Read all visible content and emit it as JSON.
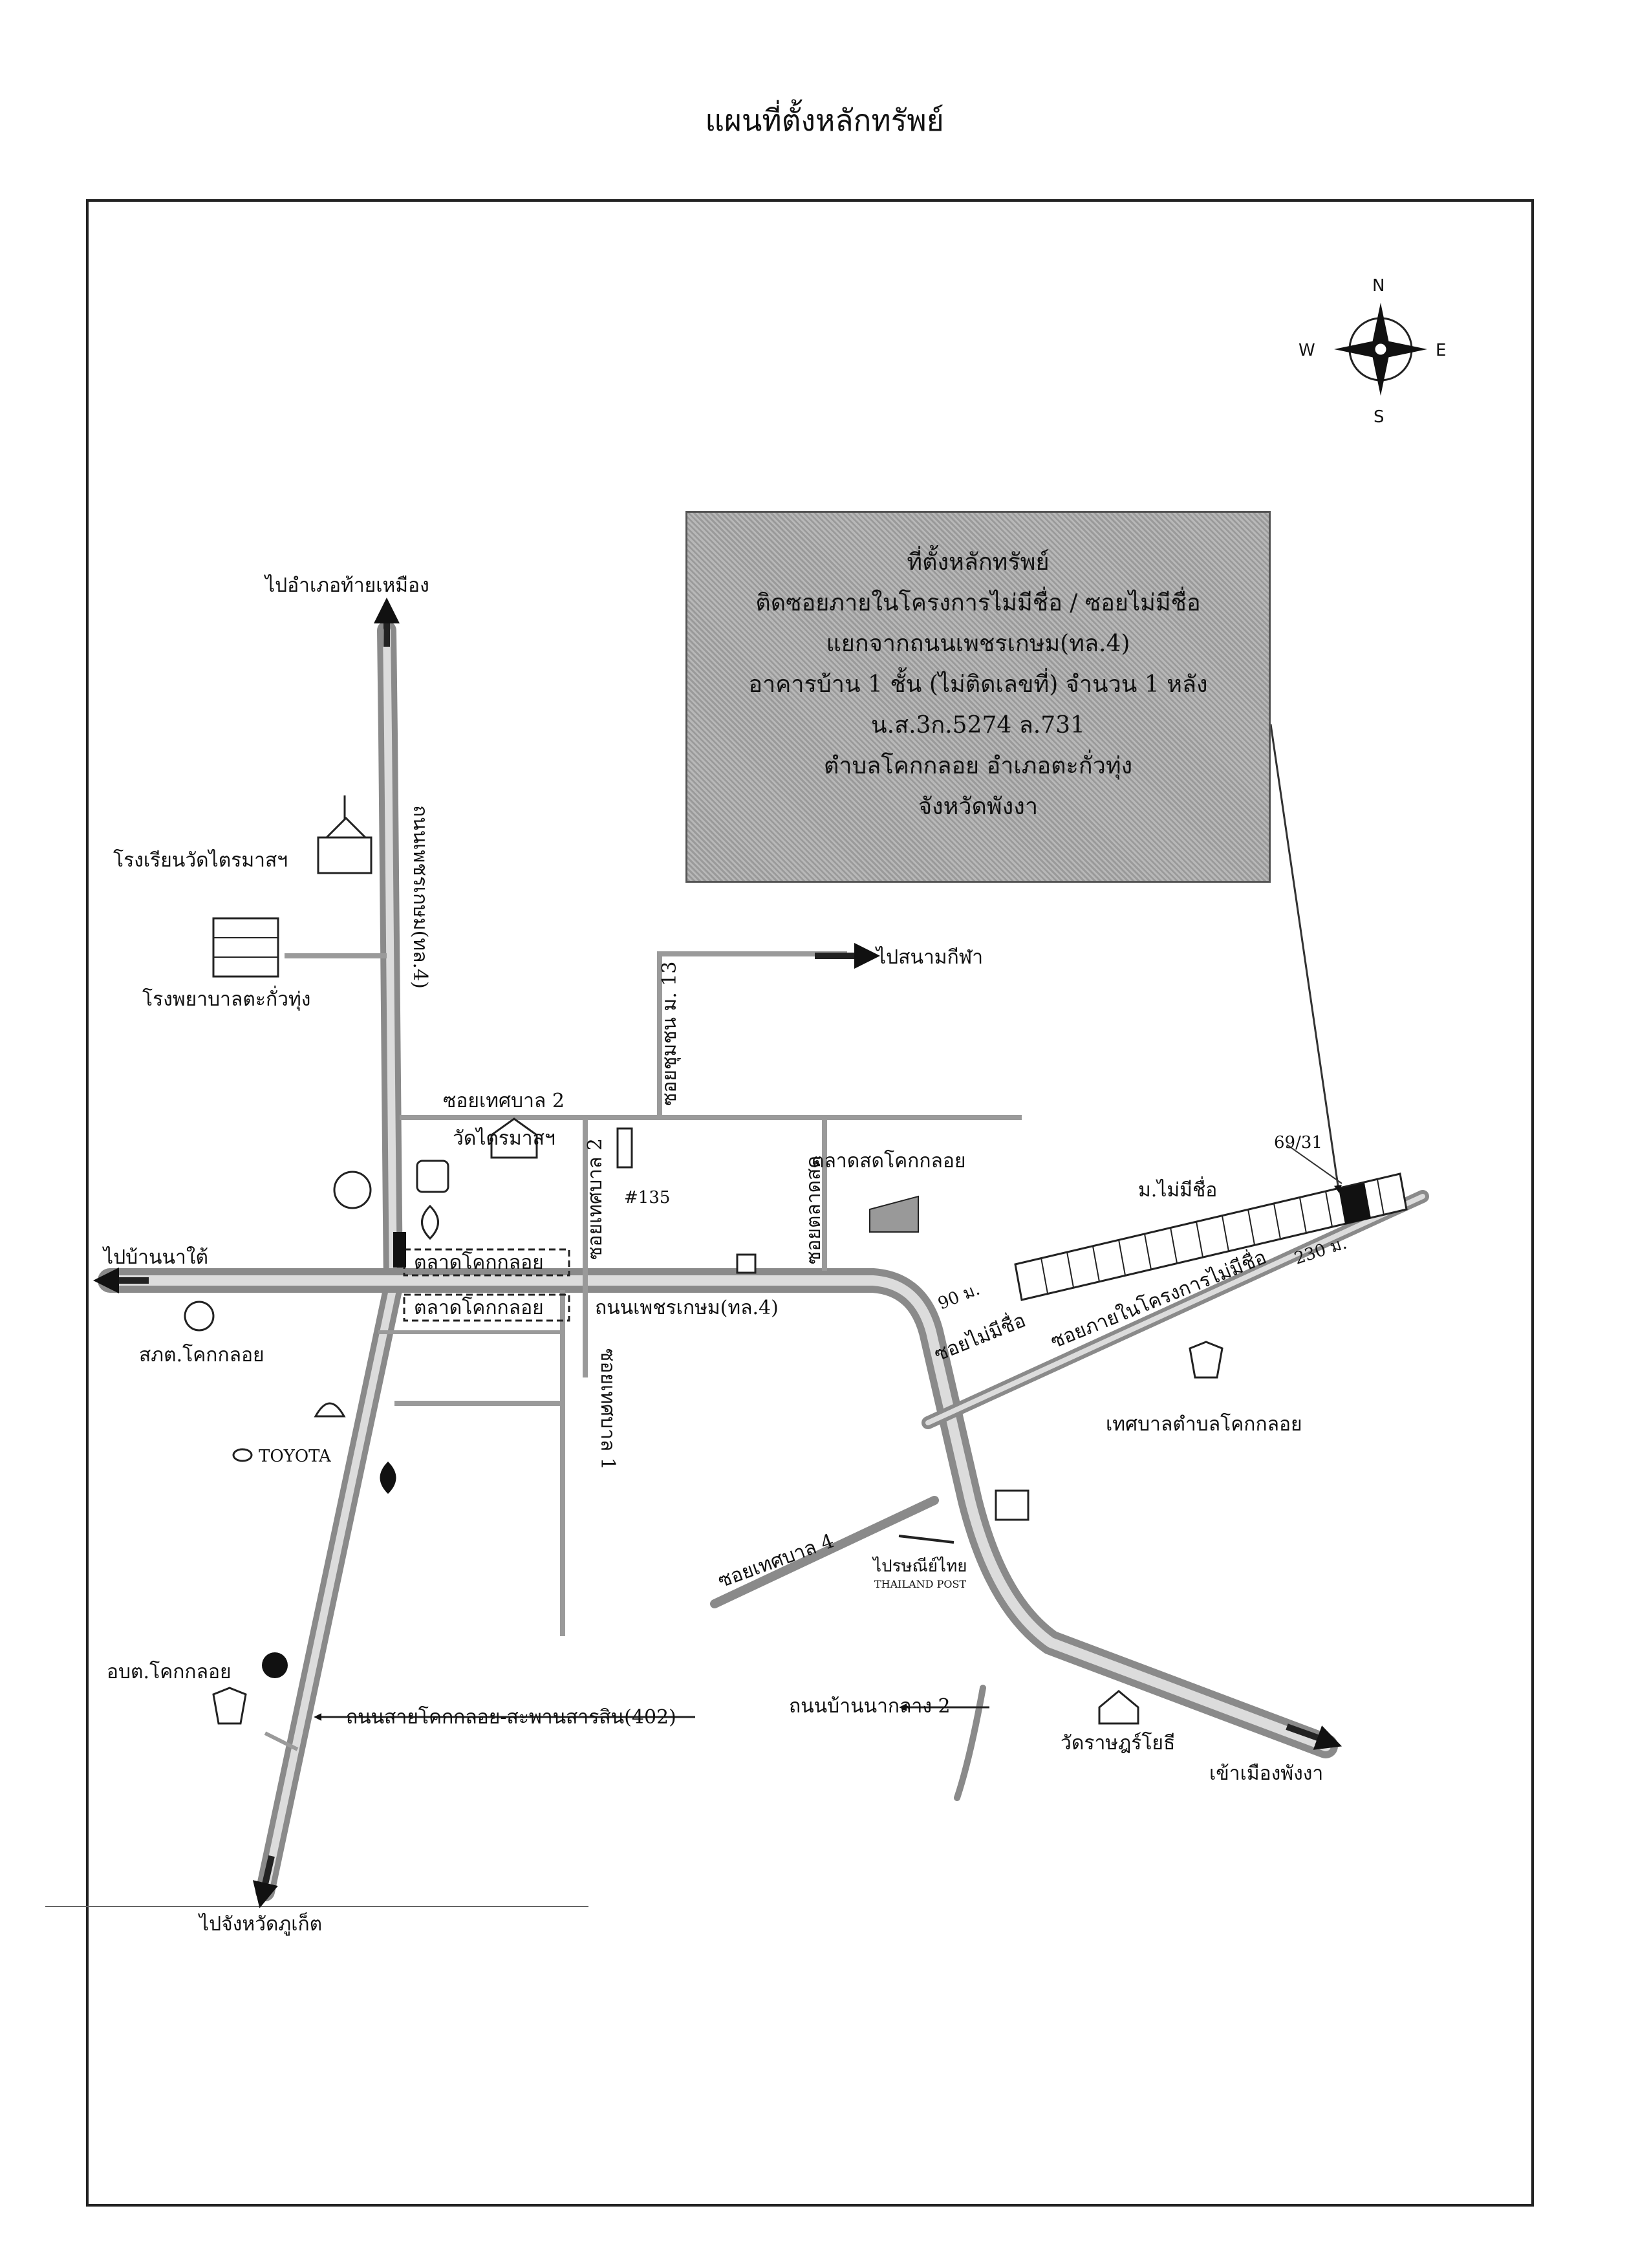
{
  "title": "แผนที่ตั้งหลักทรัพย์",
  "info_box": {
    "lines": [
      "ที่ตั้งหลักทรัพย์",
      "ติดซอยภายในโครงการไม่มีชื่อ / ซอยไม่มีชื่อ",
      "แยกจากถนนเพชรเกษม(ทล.4)",
      "อาคารบ้าน 1 ชั้น (ไม่ติดเลขที่) จำนวน 1 หลัง",
      "น.ส.3ก.5274 ล.731",
      "ตำบลโคกกลอย อำเภอตะกั่วทุ่ง",
      "จังหวัดพังงา"
    ]
  },
  "compass": {
    "n": "N",
    "s": "S",
    "e": "E",
    "w": "W"
  },
  "labels": {
    "to_thai_mueang": "ไปอำเภอท้ายเหมือง",
    "to_ban_na_tai": "ไปบ้านนาใต้",
    "to_phuket": "ไปจังหวัดภูเก็ต",
    "to_stadium": "ไปสนามกีฬา",
    "to_phang_nga": "เข้าเมืองพังงา",
    "school": "โรงเรียนวัดไตรมาสฯ",
    "hospital": "โรงพยาบาลตะกั่วทุ่ง",
    "wat_traimas": "วัดไตรมาสฯ",
    "fresh_market": "ตลาดสดโคกกลอย",
    "market_1": "ตลาดโคกกลอย",
    "market_2": "ตลาดโคกกลอย",
    "police": "สภต.โคกกลอย",
    "toyota": "TOYOTA",
    "obt": "อบต.โคกกลอย",
    "municipality": "เทศบาลตำบลโคกกลอย",
    "wat_rat": "วัดราษฎร์โยธี",
    "post": "ไปรษณีย์ไทย",
    "post_en": "THAILAND POST",
    "m_no_name": "ม.ไม่มีชื่อ",
    "house_no": "69/31",
    "num_135": "#135",
    "dist_90": "90 ม.",
    "dist_230": "230 ม."
  },
  "roads": {
    "petchkasem_ns": "ถนนเพชรเกษม(ทล.4)",
    "petchkasem_ew": "ถนนเพชรเกษม(ทล.4)",
    "soi_tessaban_2": "ซอยเทศบาล 2",
    "soi_tessaban_2_v": "ซอยเทศบาล 2",
    "soi_chumchon_13": "ซอยชุมชน ม. 13",
    "soi_talat_sod": "ซอยตลาดสด",
    "soi_tessaban_1": "ซอยเทศบาล 1",
    "soi_tessaban_4": "ซอยเทศบาล 4",
    "road_402": "ถนนสายโคกกลอย-สะพานสารสิน(402)",
    "road_ban_na_klang": "ถนนบ้านนากลาง 2",
    "soi_mai_mi_chue": "ซอยไม่มีชื่อ",
    "soi_project": "ซอยภายในโครงการไม่มีชื่อ"
  }
}
